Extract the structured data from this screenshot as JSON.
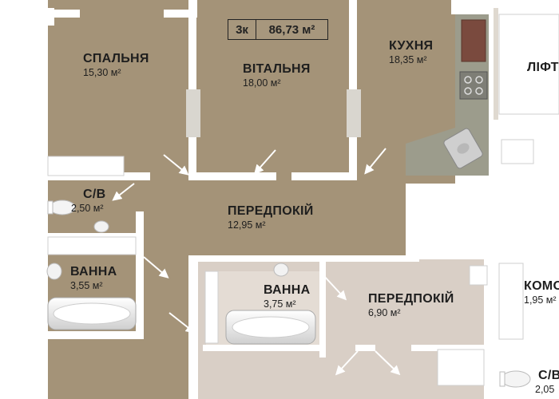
{
  "badge": {
    "rooms": "3к",
    "area": "86,73 м²"
  },
  "rooms": {
    "bedroom": {
      "name": "СПАЛЬНЯ",
      "area": "15,30 м²"
    },
    "living": {
      "name": "ВІТАЛЬНЯ",
      "area": "18,00 м²"
    },
    "kitchen": {
      "name": "КУХНЯ",
      "area": "18,35 м²"
    },
    "lift": {
      "name": "ЛІФТ"
    },
    "wc1": {
      "name": "С/В",
      "area": "2,50 м²"
    },
    "hall1": {
      "name": "ПЕРЕДПОКІЙ",
      "area": "12,95 м²"
    },
    "bath1": {
      "name": "ВАННА",
      "area": "3,55 м²"
    },
    "bath2": {
      "name": "ВАННА",
      "area": "3,75 м²"
    },
    "hall2": {
      "name": "ПЕРЕДПОКІЙ",
      "area": "6,90 м²"
    },
    "storage": {
      "name": "КОМО",
      "area": "1,95 м²"
    },
    "wc2": {
      "name": "С/В",
      "area": "2,05"
    }
  },
  "colors": {
    "floor_main": "#a49378",
    "floor_light": "#d9cfc6",
    "wall": "#ffffff",
    "kitchen_counter": "#9a9a8a",
    "stove": "#8a5a4a"
  }
}
